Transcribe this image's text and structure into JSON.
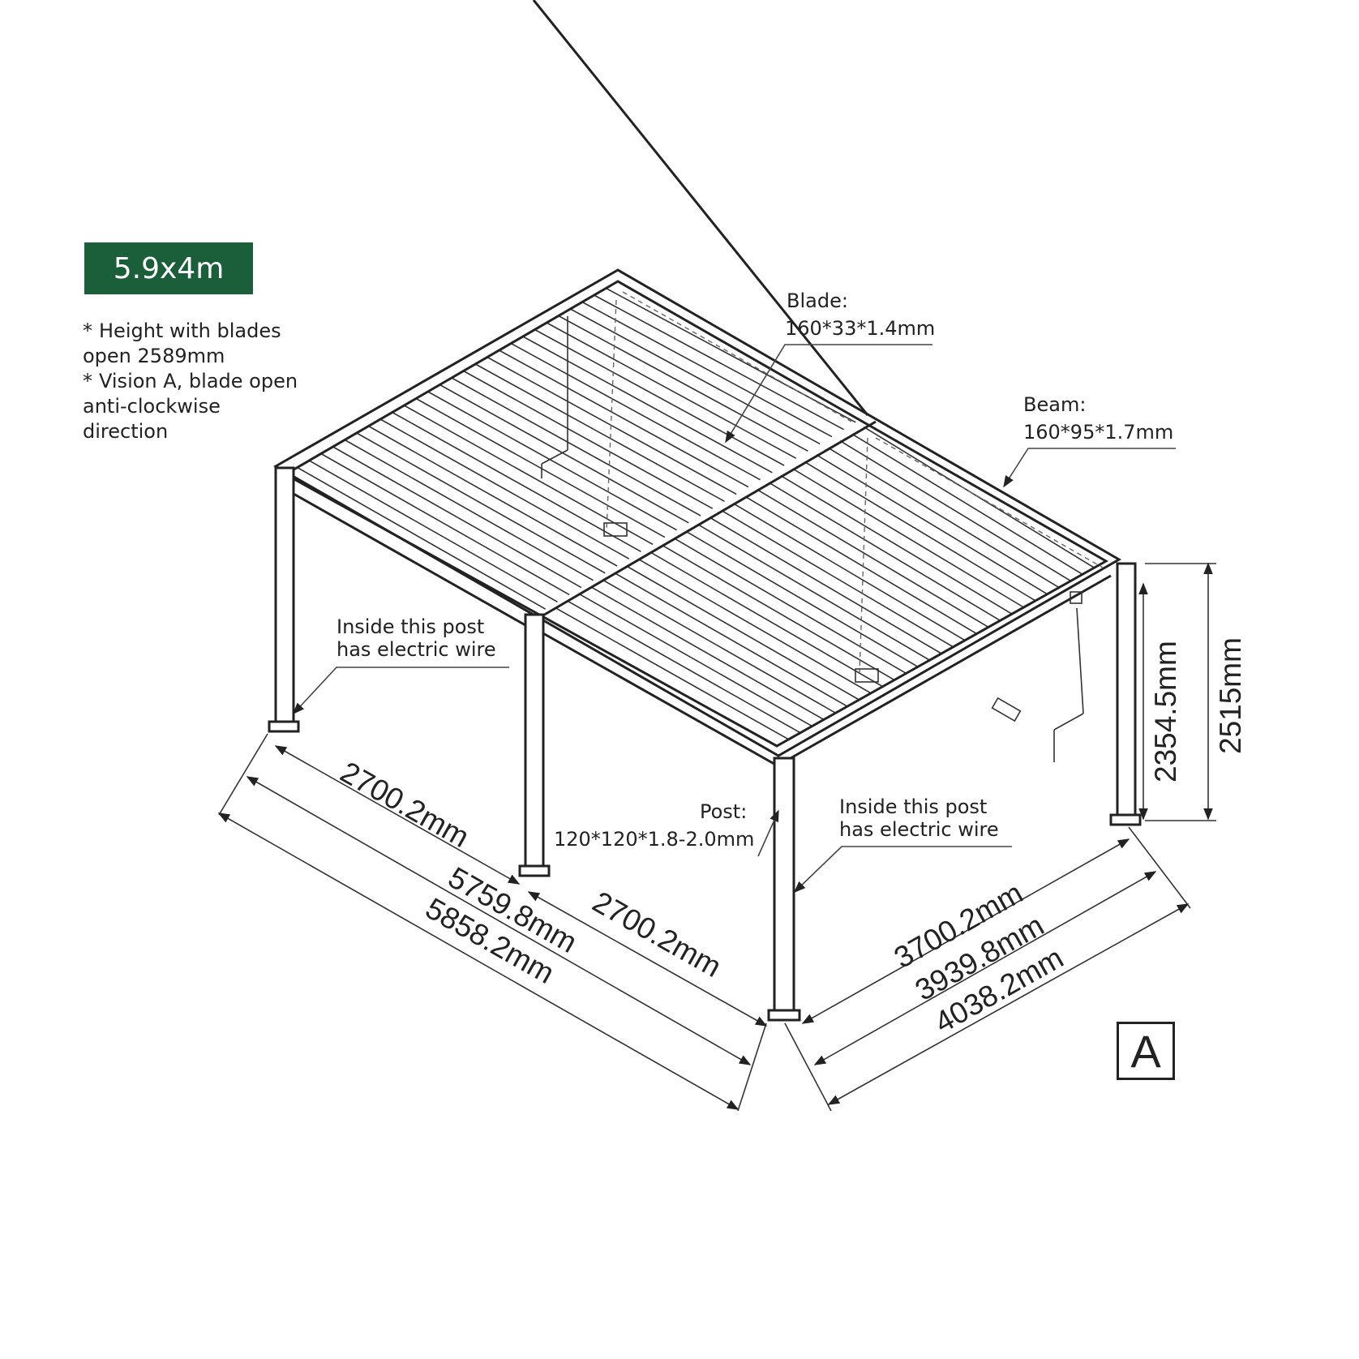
{
  "size_label": "5.9x4m",
  "notes": [
    {
      "bullet": "*",
      "line1": "Height with blades",
      "line2": "open 2589mm"
    },
    {
      "bullet": "*",
      "line1": "Vision A, blade open",
      "line2": "anti-clockwise",
      "line3": "direction"
    }
  ],
  "callouts": {
    "blade_title": "Blade:",
    "blade_spec": "160*33*1.4mm",
    "beam_title": "Beam:",
    "beam_spec": "160*95*1.7mm",
    "post_title": "Post:",
    "post_spec": "120*120*1.8-2.0mm",
    "wire_left_line1": "Inside this post",
    "wire_left_line2": "has electric wire",
    "wire_right_line1": "Inside this post",
    "wire_right_line2": "has electric wire"
  },
  "dimensions": {
    "span_left": "2700.2mm",
    "span_right": "2700.2mm",
    "inner_length": "5759.8mm",
    "outer_length": "5858.2mm",
    "width_inner": "3700.2mm",
    "width_mid": "3939.8mm",
    "width_outer": "4038.2mm",
    "height_inner": "2354.5mm",
    "height_outer": "2515mm"
  },
  "vision_label": "A"
}
